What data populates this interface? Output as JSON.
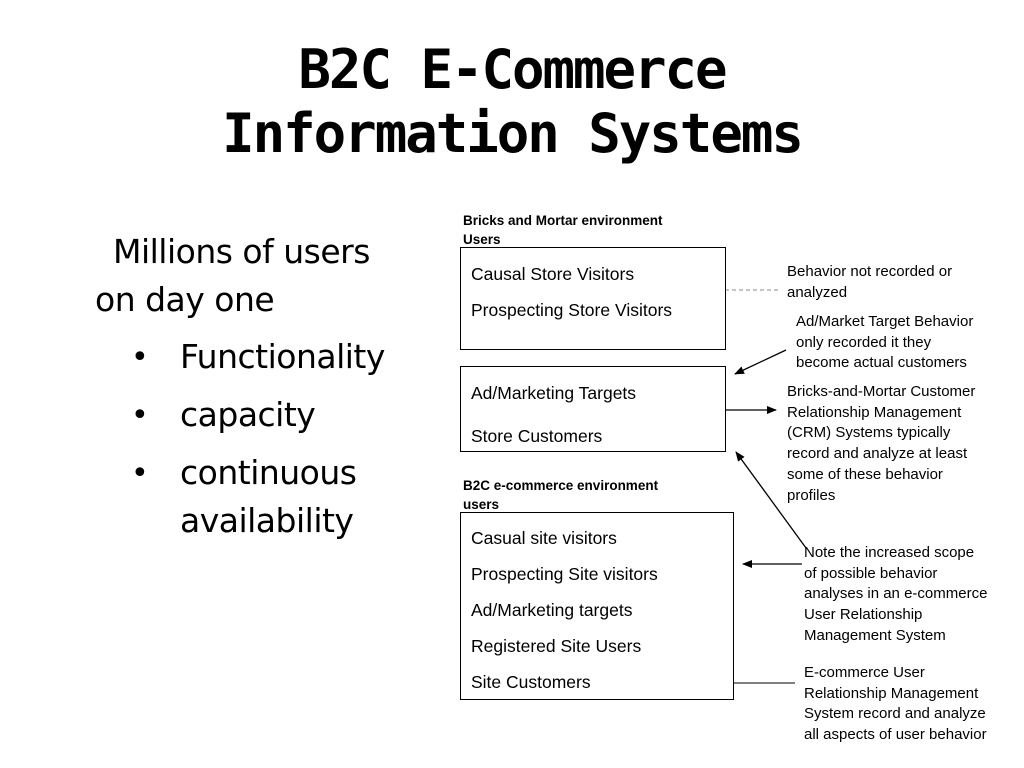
{
  "title": {
    "line1": "B2C E-Commerce",
    "line2": "Information Systems"
  },
  "left": {
    "intro_line1": "Millions of users",
    "intro_line2": "on day one",
    "bullet_symbol": "•",
    "bullets": [
      {
        "lines": [
          "Functionality"
        ]
      },
      {
        "lines": [
          "capacity"
        ]
      },
      {
        "lines": [
          "continuous",
          "availability"
        ]
      }
    ]
  },
  "bricks": {
    "heading_line1": "Bricks and Mortar environment",
    "heading_line2": "Users",
    "box1_items": [
      "Causal Store Visitors",
      "Prospecting Store Visitors"
    ],
    "box2_items": [
      "Ad/Marketing Targets",
      "Store Customers"
    ]
  },
  "b2c": {
    "heading_line1": "B2C e-commerce environment",
    "heading_line2": "users",
    "items": [
      "Casual site visitors",
      "Prospecting Site visitors",
      "Ad/Marketing targets",
      "Registered Site Users",
      "Site Customers"
    ]
  },
  "notes": {
    "not_recorded": [
      "Behavior not recorded or",
      "analyzed"
    ],
    "ad_target": [
      "Ad/Market Target Behavior",
      "only recorded it they",
      "become actual customers"
    ],
    "crm": [
      "Bricks-and-Mortar Customer",
      "Relationship Management",
      "(CRM) Systems typically",
      "record and analyze at least",
      "some of these behavior",
      "profiles"
    ],
    "scope": [
      "Note the increased scope",
      "of possible behavior",
      "analyses in an e-commerce",
      "User Relationship",
      "Management System"
    ],
    "ecommerce": [
      "E-commerce User",
      "Relationship Management",
      "System record and analyze",
      "all aspects of user behavior"
    ]
  }
}
